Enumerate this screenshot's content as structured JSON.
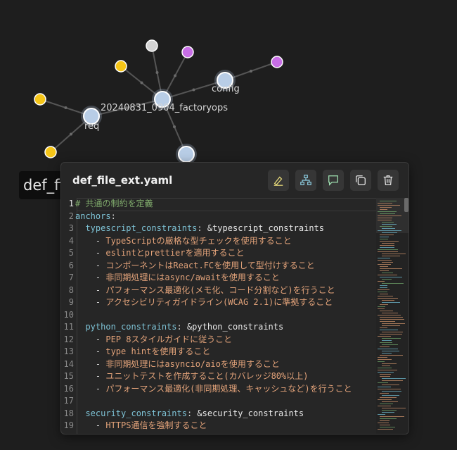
{
  "graph": {
    "labels": {
      "center": "20240831_0904_factoryops",
      "config": "config",
      "req": "req"
    },
    "file_tag": "def_fi",
    "colors": {
      "file": "#b8cde6",
      "yellow": "#f5c518",
      "purple": "#c86ee6",
      "gray": "#d4d4d4",
      "edge": "#555555"
    }
  },
  "panel": {
    "title": "def_file_ext.yaml",
    "tools": [
      "edit-icon",
      "hierarchy-icon",
      "comment-icon",
      "copy-icon",
      "trash-icon"
    ],
    "lines": [
      {
        "n": "1",
        "parts": [
          {
            "t": "# 共通の制約を定義",
            "c": "c"
          }
        ]
      },
      {
        "n": "2",
        "parts": [
          {
            "t": "anchors",
            "c": "k"
          },
          {
            "t": ":",
            "c": "p"
          }
        ]
      },
      {
        "n": "3",
        "parts": [
          {
            "t": "  typescript_constraints",
            "c": "k"
          },
          {
            "t": ": ",
            "c": "p"
          },
          {
            "t": "&typescript_constraints",
            "c": "v"
          }
        ]
      },
      {
        "n": "4",
        "parts": [
          {
            "t": "    - ",
            "c": "p"
          },
          {
            "t": "TypeScriptの厳格な型チェックを使用すること",
            "c": "s"
          }
        ]
      },
      {
        "n": "5",
        "parts": [
          {
            "t": "    - ",
            "c": "p"
          },
          {
            "t": "eslintとprettierを適用すること",
            "c": "s"
          }
        ]
      },
      {
        "n": "6",
        "parts": [
          {
            "t": "    - ",
            "c": "p"
          },
          {
            "t": "コンポーネントはReact.FCを使用して型付けすること",
            "c": "s"
          }
        ]
      },
      {
        "n": "7",
        "parts": [
          {
            "t": "    - ",
            "c": "p"
          },
          {
            "t": "非同期処理にはasync/awaitを使用すること",
            "c": "s"
          }
        ]
      },
      {
        "n": "8",
        "parts": [
          {
            "t": "    - ",
            "c": "p"
          },
          {
            "t": "パフォーマンス最適化(メモ化、コード分割など)を行うこと",
            "c": "s"
          }
        ]
      },
      {
        "n": "9",
        "parts": [
          {
            "t": "    - ",
            "c": "p"
          },
          {
            "t": "アクセシビリティガイドライン(WCAG 2.1)に準拠すること",
            "c": "s"
          }
        ]
      },
      {
        "n": "10",
        "parts": []
      },
      {
        "n": "11",
        "parts": [
          {
            "t": "  python_constraints",
            "c": "k"
          },
          {
            "t": ": ",
            "c": "p"
          },
          {
            "t": "&python_constraints",
            "c": "v"
          }
        ]
      },
      {
        "n": "12",
        "parts": [
          {
            "t": "    - ",
            "c": "p"
          },
          {
            "t": "PEP 8スタイルガイドに従うこと",
            "c": "s"
          }
        ]
      },
      {
        "n": "13",
        "parts": [
          {
            "t": "    - ",
            "c": "p"
          },
          {
            "t": "type hintを使用すること",
            "c": "s"
          }
        ]
      },
      {
        "n": "14",
        "parts": [
          {
            "t": "    - ",
            "c": "p"
          },
          {
            "t": "非同期処理にはasyncio/aioを使用すること",
            "c": "s"
          }
        ]
      },
      {
        "n": "15",
        "parts": [
          {
            "t": "    - ",
            "c": "p"
          },
          {
            "t": "ユニットテストを作成すること(カバレッジ80%以上)",
            "c": "s"
          }
        ]
      },
      {
        "n": "16",
        "parts": [
          {
            "t": "    - ",
            "c": "p"
          },
          {
            "t": "パフォーマンス最適化(非同期処理、キャッシュなど)を行うこと",
            "c": "s"
          }
        ]
      },
      {
        "n": "17",
        "parts": []
      },
      {
        "n": "18",
        "parts": [
          {
            "t": "  security_constraints",
            "c": "k"
          },
          {
            "t": ": ",
            "c": "p"
          },
          {
            "t": "&security_constraints",
            "c": "v"
          }
        ]
      },
      {
        "n": "19",
        "parts": [
          {
            "t": "    - ",
            "c": "p"
          },
          {
            "t": "HTTPS通信を強制すること",
            "c": "s"
          }
        ]
      }
    ]
  }
}
